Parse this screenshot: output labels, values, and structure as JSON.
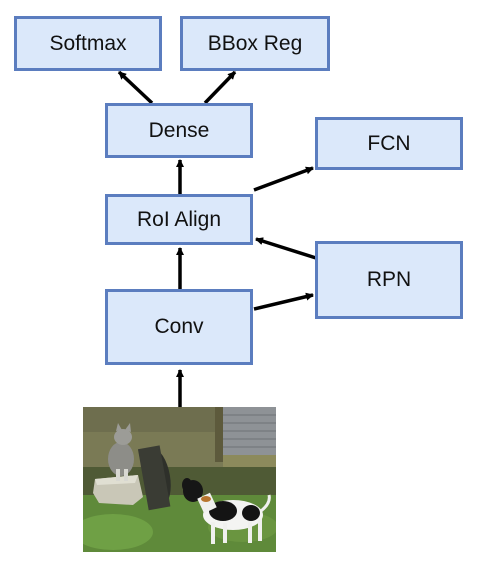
{
  "nodes": {
    "softmax": "Softmax",
    "bbox_reg": "BBox Reg",
    "dense": "Dense",
    "fcn": "FCN",
    "roi_align": "RoI Align",
    "rpn": "RPN",
    "conv": "Conv"
  },
  "colors": {
    "box_fill": "#dbe8fa",
    "box_border": "#5b7dbf",
    "arrow": "#000000"
  },
  "input_image": {
    "subject": "cat and dog outdoors",
    "icon": "input-photo"
  }
}
